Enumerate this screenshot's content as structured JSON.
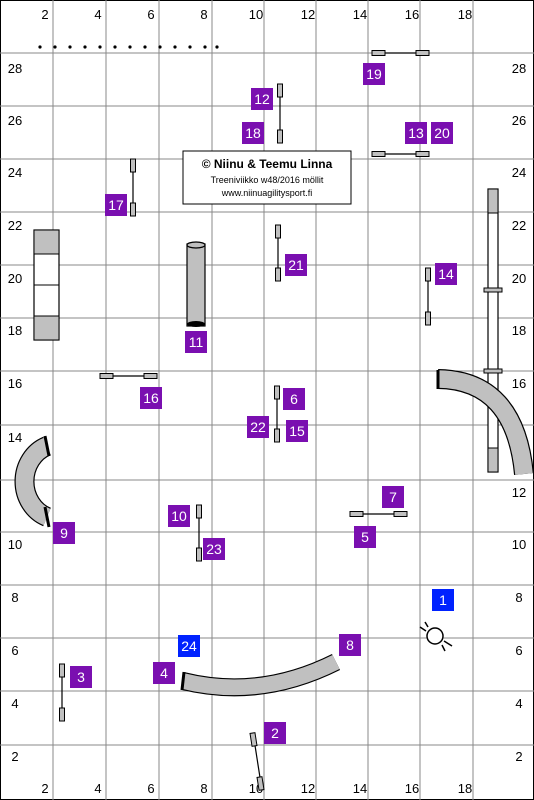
{
  "axis": {
    "x_labels": [
      "2",
      "4",
      "6",
      "8",
      "10",
      "12",
      "14",
      "16",
      "18"
    ],
    "y_labels": [
      "28",
      "26",
      "24",
      "22",
      "20",
      "18",
      "16",
      "14",
      "12",
      "10",
      "8",
      "6",
      "4",
      "2"
    ]
  },
  "credits": {
    "line1": "© Niinu & Teemu Linna",
    "line2": "Treeniviikko w48/2016 möllit",
    "line3": "www.niinuagilitysport.fi"
  },
  "colors": {
    "purple": "#7a0fb0",
    "blue": "#0022ff",
    "grid": "#888888",
    "equipment": "#c0c0c0"
  },
  "markers": [
    {
      "label": "1",
      "color": "blue"
    },
    {
      "label": "2",
      "color": "purple"
    },
    {
      "label": "3",
      "color": "purple"
    },
    {
      "label": "4",
      "color": "purple"
    },
    {
      "label": "5",
      "color": "purple"
    },
    {
      "label": "6",
      "color": "purple"
    },
    {
      "label": "7",
      "color": "purple"
    },
    {
      "label": "8",
      "color": "purple"
    },
    {
      "label": "9",
      "color": "purple"
    },
    {
      "label": "10",
      "color": "purple"
    },
    {
      "label": "11",
      "color": "purple"
    },
    {
      "label": "12",
      "color": "purple"
    },
    {
      "label": "13",
      "color": "purple"
    },
    {
      "label": "14",
      "color": "purple"
    },
    {
      "label": "15",
      "color": "purple"
    },
    {
      "label": "16",
      "color": "purple"
    },
    {
      "label": "17",
      "color": "purple"
    },
    {
      "label": "18",
      "color": "purple"
    },
    {
      "label": "19",
      "color": "purple"
    },
    {
      "label": "20",
      "color": "purple"
    },
    {
      "label": "21",
      "color": "purple"
    },
    {
      "label": "22",
      "color": "purple"
    },
    {
      "label": "23",
      "color": "purple"
    },
    {
      "label": "24",
      "color": "blue"
    }
  ]
}
